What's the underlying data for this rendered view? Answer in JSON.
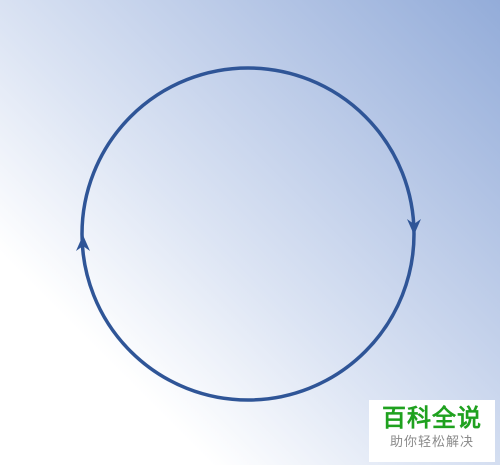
{
  "diagram": {
    "type": "cycle",
    "arrows": [
      "clockwise-down-right-side",
      "upward-left-side"
    ],
    "colors": {
      "stroke": "#2f5597",
      "background_start": "#ffffff",
      "background_end": "#93acd9"
    }
  },
  "watermark": {
    "title": "百科全说",
    "subtitle": "助你轻松解决",
    "title_color": "#1fa11f",
    "subtitle_color": "#8a8a8a"
  }
}
